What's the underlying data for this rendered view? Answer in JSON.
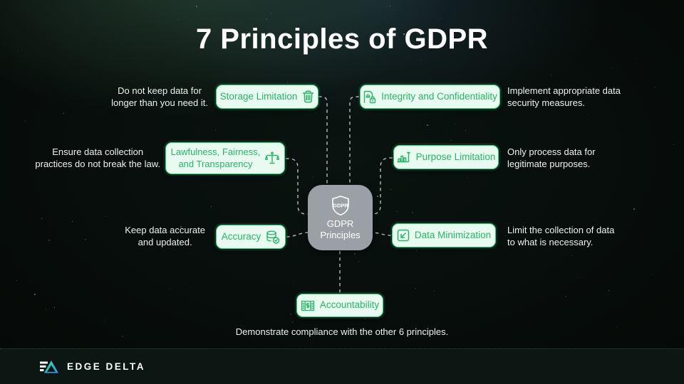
{
  "title": "7 Principles of GDPR",
  "center": {
    "shield_label": "GDPR",
    "label": "GDPR\nPrinciples"
  },
  "principles": [
    {
      "id": "storage-limitation",
      "label": "Storage Limitation",
      "icon": "trash-icon",
      "side": "left",
      "desc": "Do not keep data for\nlonger than you need it."
    },
    {
      "id": "integrity-confidentiality",
      "label": "Integrity and Confidentiality",
      "icon": "document-lock-icon",
      "side": "right",
      "desc": "Implement appropriate data\nsecurity measures."
    },
    {
      "id": "lawfulness-fairness-transparency",
      "label": "Lawfulness, Fairness,\nand Transparency",
      "icon": "scales-icon",
      "side": "left",
      "desc": "Ensure data collection\npractices do not break the law."
    },
    {
      "id": "purpose-limitation",
      "label": "Purpose Limitation",
      "icon": "bar-chart-icon",
      "side": "right",
      "desc": "Only process data for\nlegitimate purposes."
    },
    {
      "id": "accuracy",
      "label": "Accuracy",
      "icon": "database-check-icon",
      "side": "left",
      "desc": "Keep data accurate\nand updated."
    },
    {
      "id": "data-minimization",
      "label": "Data Minimization",
      "icon": "minimize-icon",
      "side": "right",
      "desc": "Limit the collection of data\nto what is necessary."
    },
    {
      "id": "accountability",
      "label": "Accountability",
      "icon": "ledger-icon",
      "side": "bottom",
      "desc": "Demonstrate compliance with the other 6 principles."
    }
  ],
  "footer": {
    "brand": "EDGE DELTA"
  },
  "colors": {
    "accent_green": "#41c97e",
    "pill_fill": "#e9fbf0",
    "pill_text": "#27b468",
    "node_gray": "#9aa0a5",
    "background": "#050907"
  }
}
